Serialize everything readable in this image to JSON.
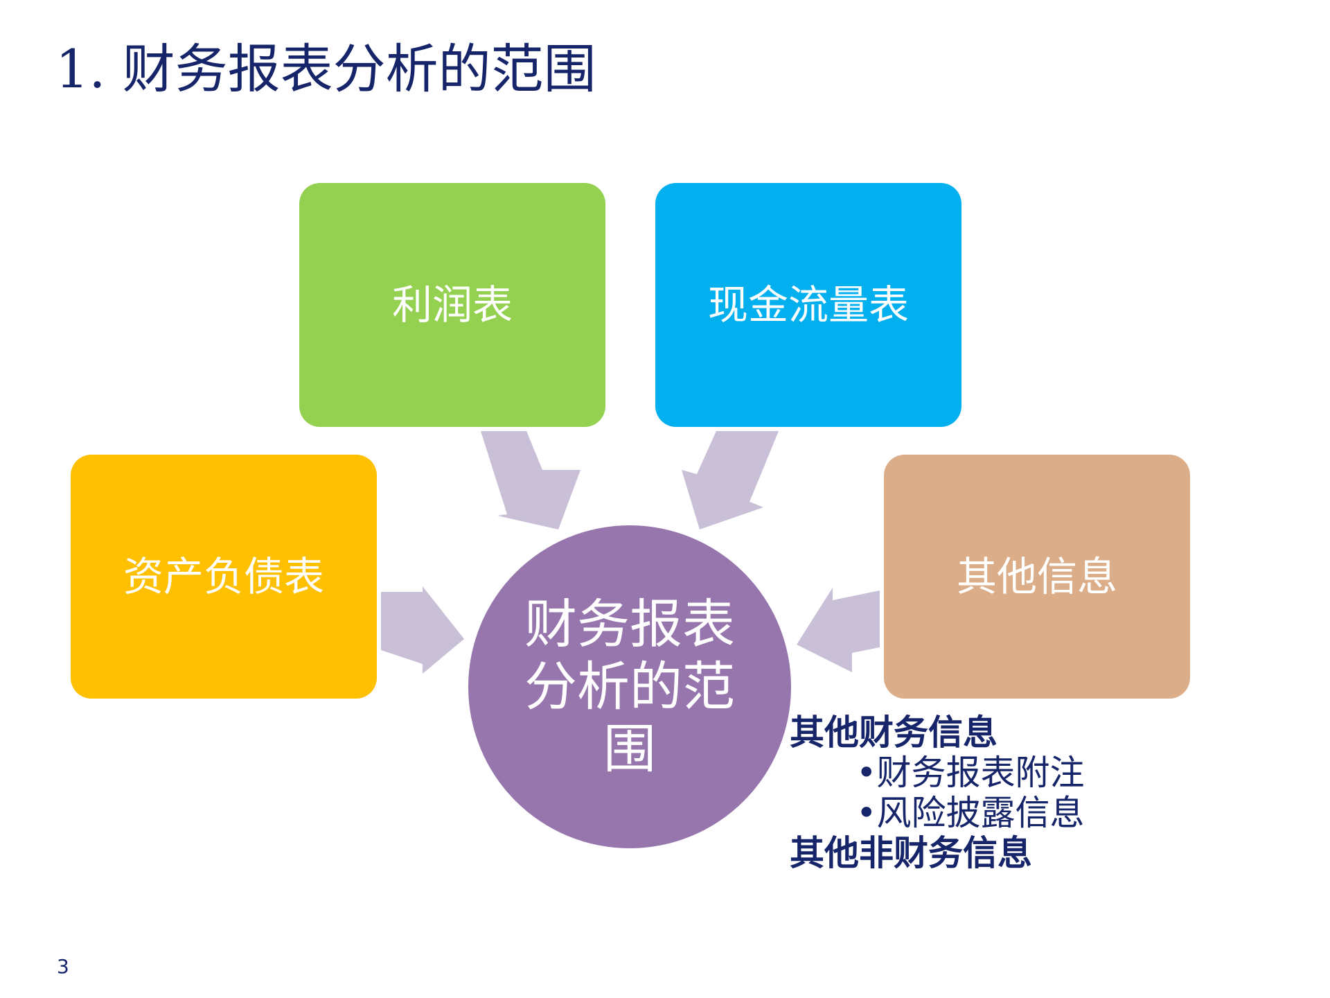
{
  "slide": {
    "title": "1. 财务报表分析的范围",
    "page_number": "3"
  },
  "diagram": {
    "center": "财务报表分析的范围",
    "boxes": {
      "income": {
        "label": "利润表",
        "color": "#95d150"
      },
      "cash_flow": {
        "label": "现金流量表",
        "color": "#03b0ef"
      },
      "balance_sheet": {
        "label": "资产负债表",
        "color": "#fec000"
      },
      "other_info": {
        "label": "其他信息",
        "color": "#dbad89"
      }
    },
    "center_color": "#9776ad",
    "arrow_color": "#c9bfd6"
  },
  "details": {
    "financial_heading": "其他财务信息",
    "bullet_1": "•财务报表附注",
    "bullet_2": "•风险披露信息",
    "non_financial_heading": "其他非财务信息"
  },
  "theme": {
    "text_color": "#16246a"
  }
}
